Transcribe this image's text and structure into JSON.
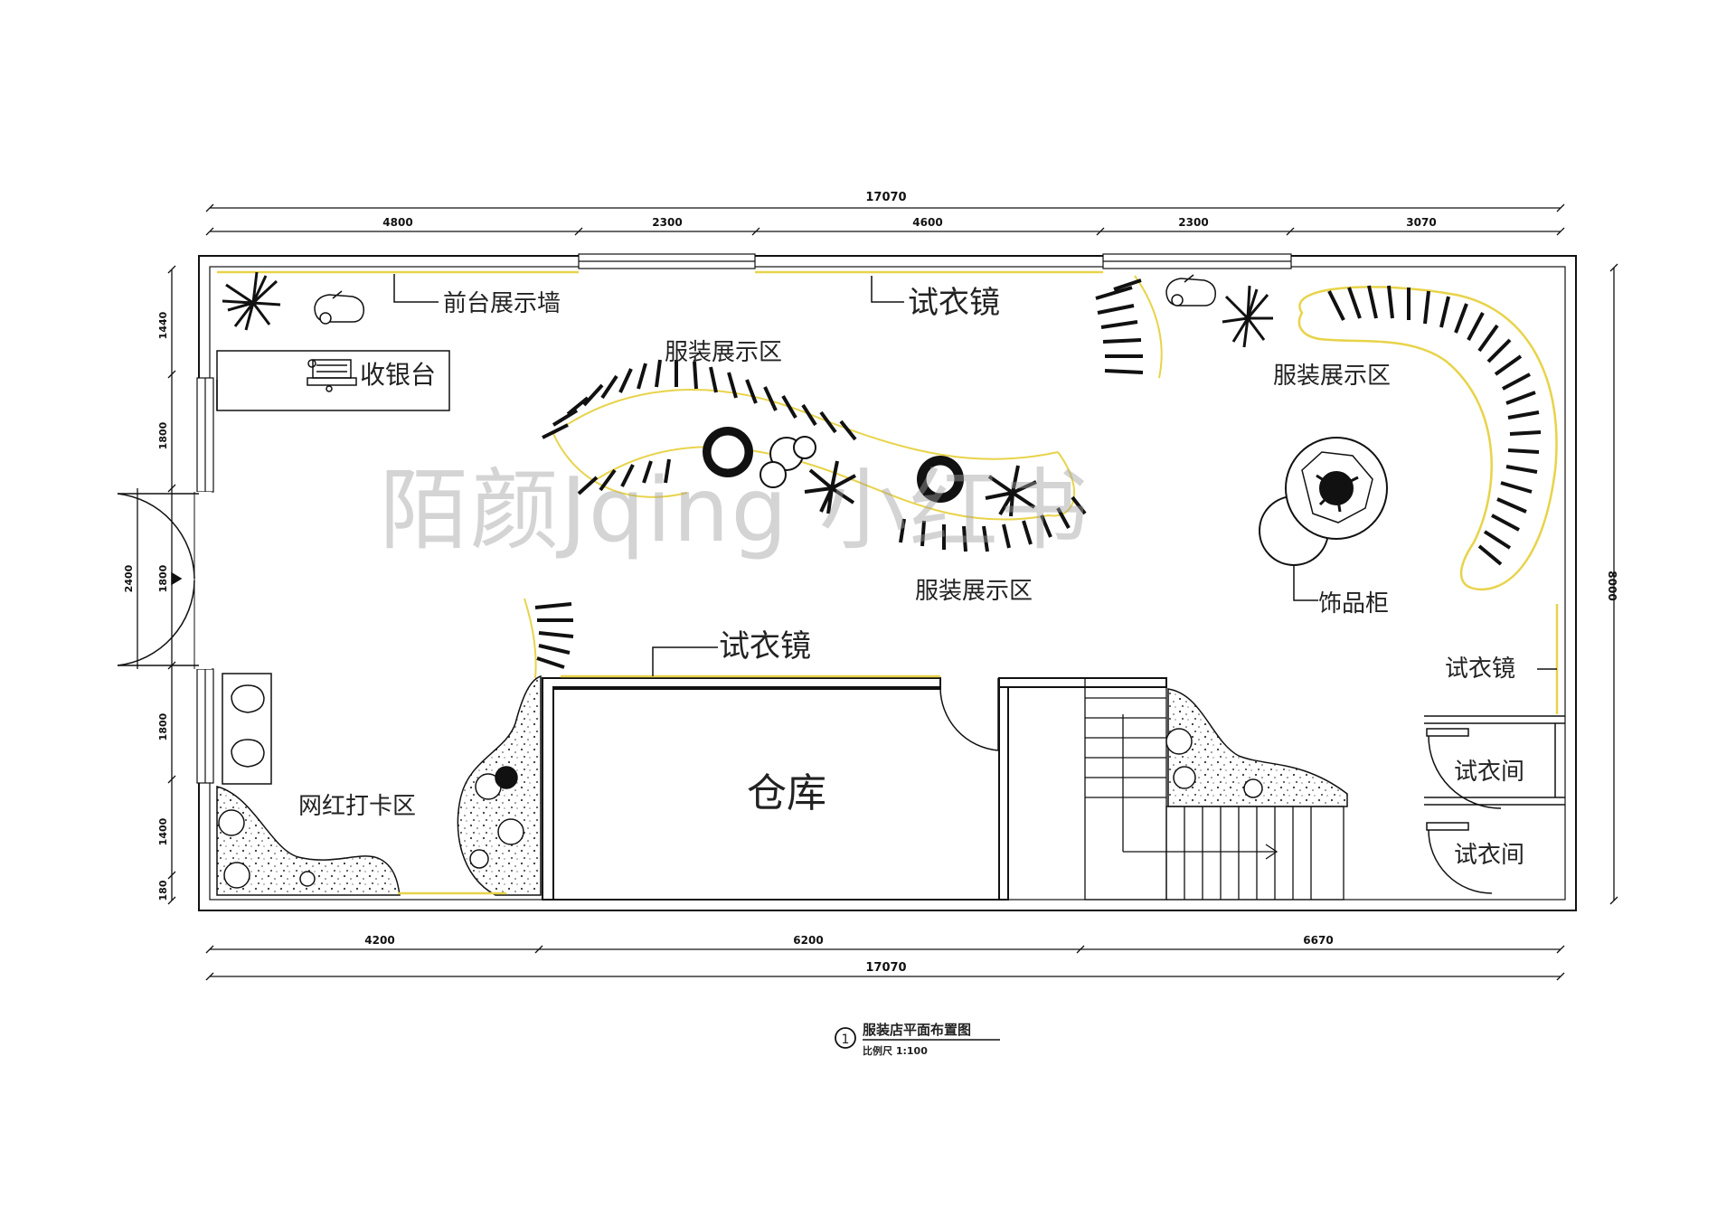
{
  "labels": {
    "front_desk_wall": "前台展示墙",
    "mirror_top": "试衣镜",
    "cashier": "收银台",
    "clothing_area_top": "服装展示区",
    "clothing_area_right": "服装展示区",
    "clothing_area_bottom": "服装展示区",
    "accessory_cabinet": "饰品柜",
    "mirror_right": "试衣镜",
    "mirror_warehouse": "试衣镜",
    "fitting_room_1": "试衣间",
    "fitting_room_2": "试衣间",
    "warehouse": "仓库",
    "photo_area": "网红打卡区"
  },
  "dimensions": {
    "top_total": "17070",
    "top_segments": [
      "4800",
      "2300",
      "4600",
      "2300",
      "3070"
    ],
    "bottom_total": "17070",
    "bottom_segments": [
      "4200",
      "6200",
      "6670"
    ],
    "left_segments": [
      "1440",
      "1800",
      "1800",
      "1800",
      "1400",
      "180"
    ],
    "left_door": "2400",
    "right_total": "8000"
  },
  "title": {
    "number": "1",
    "line1": "服装店平面布置图",
    "line2": "比例尺 1:100"
  },
  "watermark": "陌颜Jqing  小红书",
  "colors": {
    "line": "#111111",
    "accent_yellow": "#e8d34a",
    "background": "#ffffff"
  }
}
